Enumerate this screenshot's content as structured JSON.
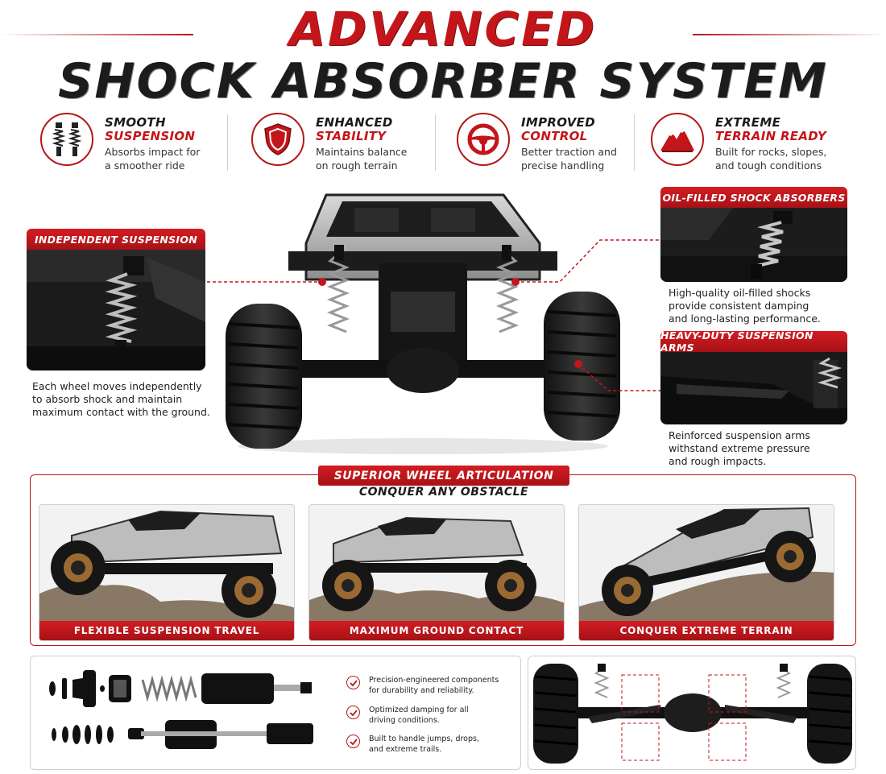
{
  "header": {
    "title_top": "ADVANCED",
    "title_main": "SHOCK ABSORBER SYSTEM"
  },
  "features": [
    {
      "title1": "SMOOTH",
      "title2": "SUSPENSION",
      "desc1": "Absorbs impact for",
      "desc2": "a smoother ride",
      "icon": "shock-springs-icon"
    },
    {
      "title1": "ENHANCED",
      "title2": "STABILITY",
      "desc1": "Maintains balance",
      "desc2": "on rough terrain",
      "icon": "shield-icon"
    },
    {
      "title1": "IMPROVED",
      "title2": "CONTROL",
      "desc1": "Better traction and",
      "desc2": "precise handling",
      "icon": "steering-wheel-icon"
    },
    {
      "title1": "EXTREME",
      "title2": "TERRAIN READY",
      "desc1": "Built for rocks, slopes,",
      "desc2": "and tough conditions",
      "icon": "mountain-icon"
    }
  ],
  "callouts": {
    "independent": {
      "label": "INDEPENDENT SUSPENSION",
      "lines": [
        "Each wheel moves independently",
        "to absorb shock and maintain",
        "maximum contact with the ground."
      ]
    },
    "oil": {
      "label": "OIL-FILLED SHOCK ABSORBERS",
      "lines": [
        "High-quality oil-filled shocks",
        "provide consistent damping",
        "and long-lasting performance."
      ]
    },
    "arms": {
      "label": "HEAVY-DUTY SUSPENSION ARMS",
      "lines": [
        "Reinforced suspension arms",
        "withstand extreme pressure",
        "and rough impacts."
      ]
    }
  },
  "articulation": {
    "title": "SUPERIOR WHEEL ARTICULATION",
    "subtitle": "CONQUER ANY OBSTACLE",
    "cards": [
      {
        "label": "FLEXIBLE SUSPENSION TRAVEL"
      },
      {
        "label": "MAXIMUM GROUND CONTACT"
      },
      {
        "label": "CONQUER EXTREME TERRAIN"
      }
    ]
  },
  "bullets": [
    {
      "line1": "Precision-engineered components",
      "line2": "for durability and reliability."
    },
    {
      "line1": "Optimized damping for all",
      "line2": "driving conditions."
    },
    {
      "line1": "Built to handle jumps, drops,",
      "line2": "and extreme trails."
    }
  ],
  "colors": {
    "accent": "#c3161b",
    "dark": "#1c1c1c"
  }
}
